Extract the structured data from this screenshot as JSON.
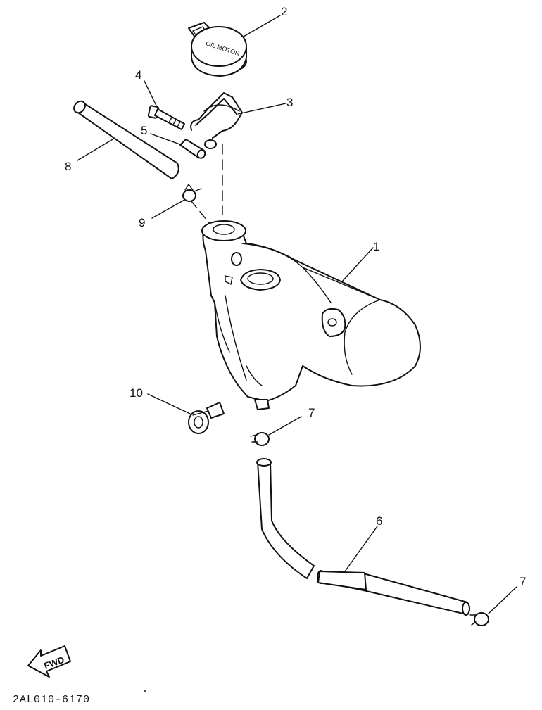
{
  "callouts": [
    {
      "id": "1",
      "label": "1"
    },
    {
      "id": "2",
      "label": "2"
    },
    {
      "id": "3",
      "label": "3"
    },
    {
      "id": "4",
      "label": "4"
    },
    {
      "id": "5",
      "label": "5"
    },
    {
      "id": "6",
      "label": "6"
    },
    {
      "id": "7a",
      "label": "7"
    },
    {
      "id": "7b",
      "label": "7"
    },
    {
      "id": "8",
      "label": "8"
    },
    {
      "id": "9",
      "label": "9"
    },
    {
      "id": "10",
      "label": "10"
    }
  ],
  "cap_text": "OIL MOTOR",
  "fwd_label": "FWD",
  "diagram_code": "2AL010-6170",
  "colors": {
    "ink": "#111111",
    "paper": "#ffffff"
  }
}
